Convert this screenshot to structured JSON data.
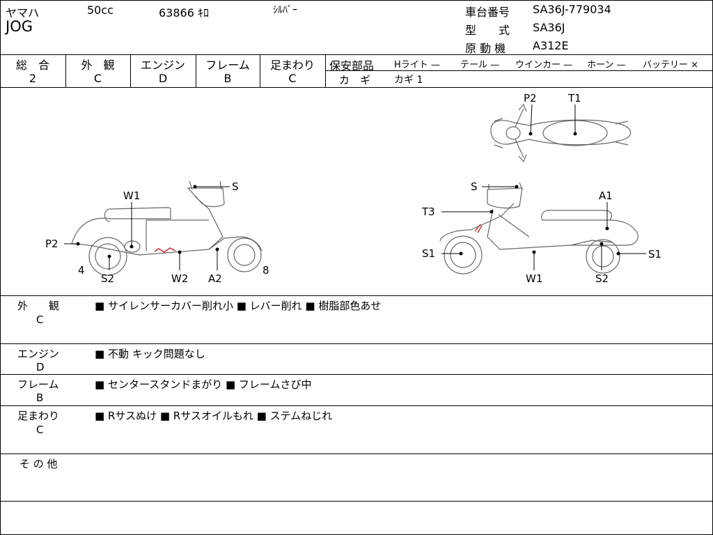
{
  "header": {
    "maker": "ヤマハ",
    "model_name": "JOG",
    "displacement": "50cc",
    "mileage": "63866 ｷﾛ",
    "color": "ｼﾙﾊﾞｰ",
    "frame_no_label": "車台番号",
    "frame_no": "SA36J-779034",
    "model_type_label": "型　　式",
    "model_type": "SA36J",
    "engine_label": "原 動 機",
    "engine_no": "A312E"
  },
  "grades": [
    {
      "label": "総　合",
      "value": "2"
    },
    {
      "label": "外　観",
      "value": "C"
    },
    {
      "label": "エンジン",
      "value": "D"
    },
    {
      "label": "フレーム",
      "value": "B"
    },
    {
      "label": "足まわり",
      "value": "C"
    }
  ],
  "safety": {
    "label": "保安部品",
    "headlight": "Hライト —",
    "taillight": "テール —",
    "winker": "ウインカー —",
    "horn": "ホーン —",
    "battery": "バッテリー ×",
    "key_label": "カ　ギ",
    "key_value": "カギ 1"
  },
  "diagram": {
    "top": {
      "p2": "P2",
      "t1": "T1"
    },
    "left": {
      "s": "S",
      "w1": "W1",
      "p2": "P2",
      "n4": "4",
      "s2": "S2",
      "w2": "W2",
      "a2": "A2",
      "n8": "8"
    },
    "right": {
      "s": "S",
      "a1": "A1",
      "t3": "T3",
      "s1a": "S1",
      "s1b": "S1",
      "w1": "W1",
      "s2": "S2"
    }
  },
  "remarks": [
    {
      "label": "外　　観",
      "grade": "C",
      "text": "■ サイレンサーカバー削れ小 ■ レバー削れ ■ 樹脂部色あせ"
    },
    {
      "label": "エンジン",
      "grade": "D",
      "text": "■ 不動 キック問題なし"
    },
    {
      "label": "フレーム",
      "grade": "B",
      "text": "■ センタースタンドまがり ■ フレームさび中"
    },
    {
      "label": "足まわり",
      "grade": "C",
      "text": "■ Rサスぬけ ■ Rサスオイルもれ ■ ステムねじれ"
    },
    {
      "label": "そ の 他",
      "grade": "",
      "text": ""
    }
  ],
  "colors": {
    "damage_mark": "#cc2222",
    "line": "#000000",
    "drawing": "#555555"
  }
}
